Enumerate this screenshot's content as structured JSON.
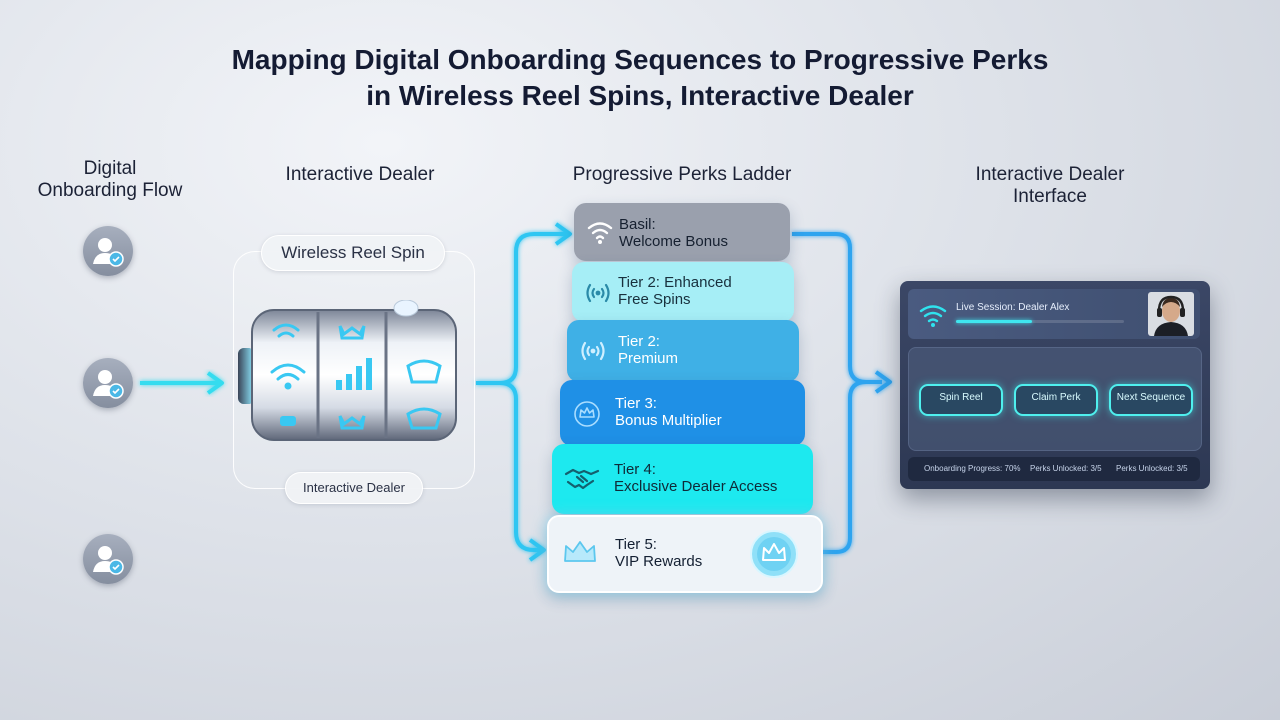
{
  "title_line1": "Mapping Digital Onboarding Sequences to Progressive Perks",
  "title_line2": "in Wireless Reel Spins, Interactive Dealer",
  "columns": {
    "onboarding_line1": "Digital",
    "onboarding_line2": "Onboarding Flow",
    "dealer": "Interactive Dealer",
    "ladder": "Progressive Perks Ladder",
    "interface_line1": "Interactive Dealer",
    "interface_line2": "Interface"
  },
  "reel": {
    "label": "Wireless Reel Spin",
    "caption": "Interactive Dealer"
  },
  "tiers": [
    {
      "label": "Basil:\nWelcome Bonus",
      "icon": "wifi-icon",
      "color": "#9aa0ad"
    },
    {
      "label": "Tier 2: Enhanced\nFree Spins",
      "icon": "signal-icon",
      "color": "#a6eef6"
    },
    {
      "label": "Tier 2:\nPremium",
      "icon": "signal-icon",
      "color": "#3fb0e6"
    },
    {
      "label": "Tier 3:\nBonus Multiplier",
      "icon": "crown-icon",
      "color": "#1f90e6"
    },
    {
      "label": "Tier 4:\nExclusive Dealer Access",
      "icon": "handshake-icon",
      "color": "#1de9ef"
    },
    {
      "label": "Tier 5:\nVIP Rewards",
      "icon": "crown-icon",
      "color": "#eef3f8"
    }
  ],
  "interface": {
    "session": "Live Session: Dealer Alex",
    "buttons": [
      "Spin Reel",
      "Claim Perk",
      "Next Sequence"
    ],
    "status": [
      "Onboarding Progress: 70%",
      "Perks Unlocked: 3/5",
      "Perks Unlocked: 3/5"
    ],
    "session_progress": 0.45
  },
  "colors": {
    "accent": "#27d8f2",
    "connector": "#2fb5ef"
  }
}
